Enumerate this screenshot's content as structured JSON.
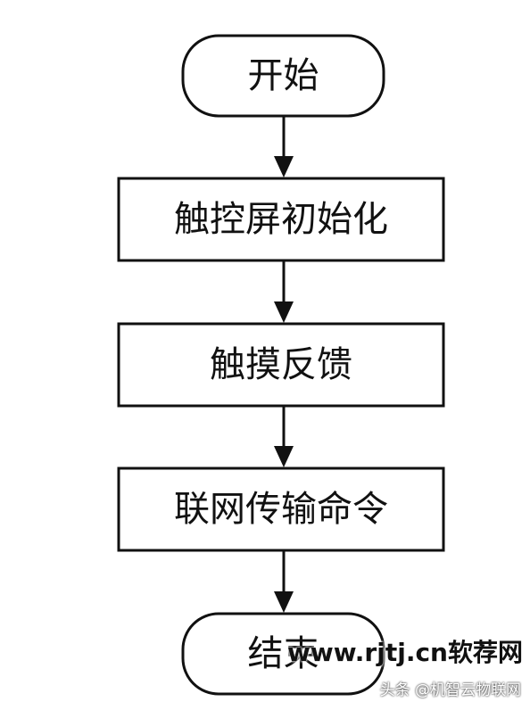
{
  "nodes": [
    {
      "id": "start",
      "shape": "terminal",
      "label": "开始"
    },
    {
      "id": "init",
      "shape": "process",
      "label": "触控屏初始化"
    },
    {
      "id": "feedback",
      "shape": "process",
      "label": "触摸反馈"
    },
    {
      "id": "network",
      "shape": "process",
      "label": "联网传输命令"
    },
    {
      "id": "end",
      "shape": "terminal",
      "label": "结束"
    }
  ],
  "edges": [
    {
      "from": "start",
      "to": "init"
    },
    {
      "from": "init",
      "to": "feedback"
    },
    {
      "from": "feedback",
      "to": "network"
    },
    {
      "from": "network",
      "to": "end"
    }
  ],
  "watermark": "www.rjtj.cn软荐网",
  "credit": "头条 @机智云物联网",
  "colors": {
    "stroke": "#111111",
    "fill": "#ffffff"
  }
}
